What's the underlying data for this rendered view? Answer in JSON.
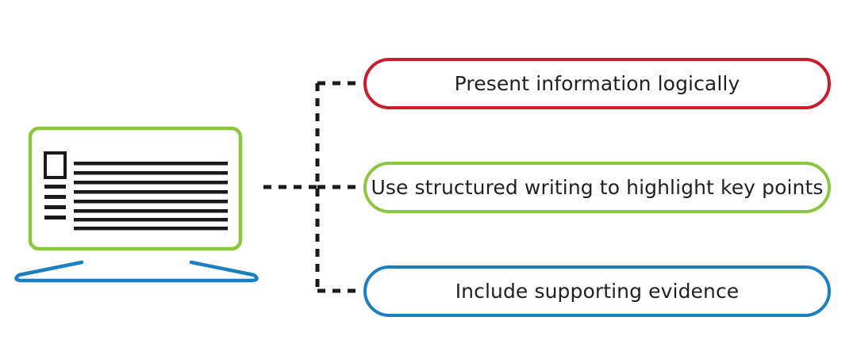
{
  "diagram": {
    "title": "Writing guidance branching diagram",
    "background_color": "#ffffff",
    "source_node": {
      "name": "laptop-document-icon",
      "screen_color": "#8cc63e",
      "base_color": "#1b7fc3",
      "content_color": "#1a1a1a",
      "content_description": "document page with image placeholder, four short text bars and eight long text lines"
    },
    "connector": {
      "style": "dashed",
      "color": "#1a1a1a",
      "dash_pattern": "10 9",
      "stroke_width": 5
    },
    "branches": [
      {
        "id": "present",
        "label": "Present information logically",
        "color": "#ce1b2b",
        "order": 1
      },
      {
        "id": "structured",
        "label": "Use structured writing to highlight key points",
        "color": "#8cc63e",
        "order": 2
      },
      {
        "id": "evidence",
        "label": "Include supporting evidence",
        "color": "#1b7fc3",
        "order": 3
      }
    ]
  }
}
